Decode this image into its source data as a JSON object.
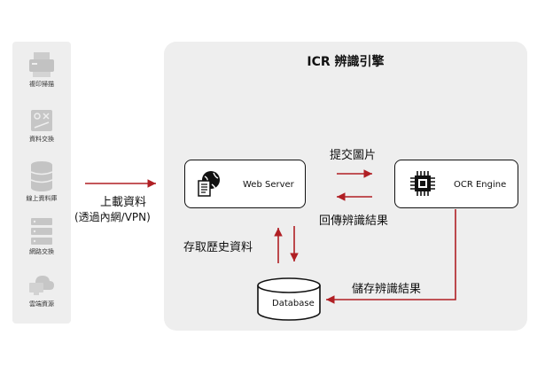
{
  "sidebar": {
    "items": [
      {
        "label": "複印掃描",
        "icon": "printer-scanner-icon"
      },
      {
        "label": "資料交換",
        "icon": "data-exchange-icon"
      },
      {
        "label": "線上資料庫",
        "icon": "online-database-icon"
      },
      {
        "label": "網路交換",
        "icon": "network-switch-icon"
      },
      {
        "label": "雲端資源",
        "icon": "cloud-resources-icon"
      }
    ]
  },
  "engine": {
    "title": "ICR 辨識引擎"
  },
  "nodes": {
    "web_server": "Web Server",
    "ocr_engine": "OCR Engine",
    "database": "Database"
  },
  "edges": {
    "upload": "上載資料",
    "upload_sub": "(透過內網/VPN)",
    "submit_image": "提交圖片",
    "return_result": "回傳辨識結果",
    "access_history": "存取歷史資料",
    "store_result": "儲存辨識結果"
  },
  "colors": {
    "arrow": "#b01f24",
    "panel": "#eeeeee",
    "icon_gray": "#c8c8c8"
  }
}
